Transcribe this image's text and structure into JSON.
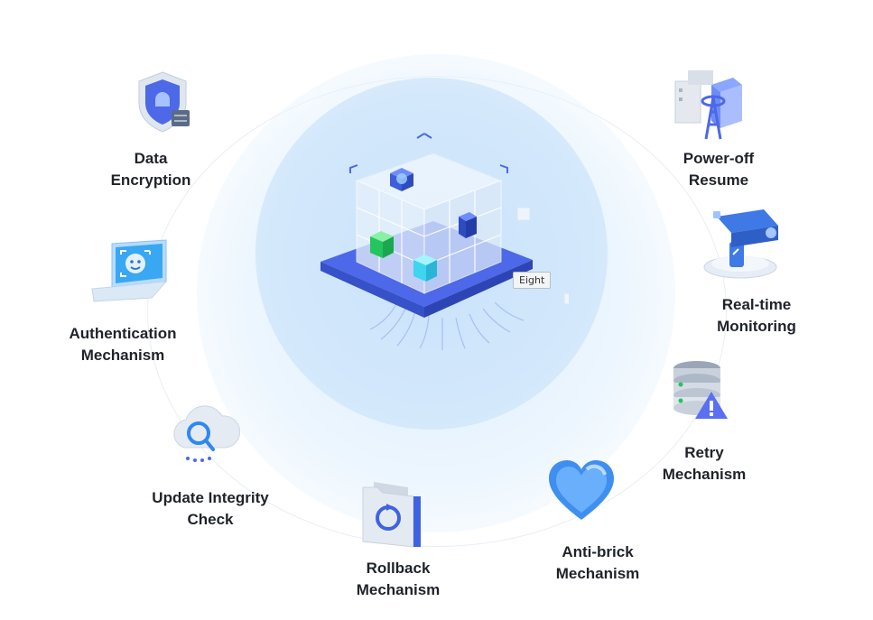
{
  "tooltip": "Eight",
  "features": {
    "data_encryption": [
      "Data",
      "Encryption"
    ],
    "power_off_resume": [
      "Power-off",
      "Resume"
    ],
    "authentication": [
      "Authentication",
      "Mechanism"
    ],
    "real_time_monitoring": [
      "Real-time",
      "Monitoring"
    ],
    "retry": [
      "Retry",
      "Mechanism"
    ],
    "update_integrity": [
      "Update Integrity",
      "Check"
    ],
    "anti_brick": [
      "Anti-brick",
      "Mechanism"
    ],
    "rollback": [
      "Rollback",
      "Mechanism"
    ]
  },
  "colors": {
    "primary_blue": "#3b6ef5",
    "light_blue": "#d6ebfc",
    "text": "#1f2329"
  }
}
